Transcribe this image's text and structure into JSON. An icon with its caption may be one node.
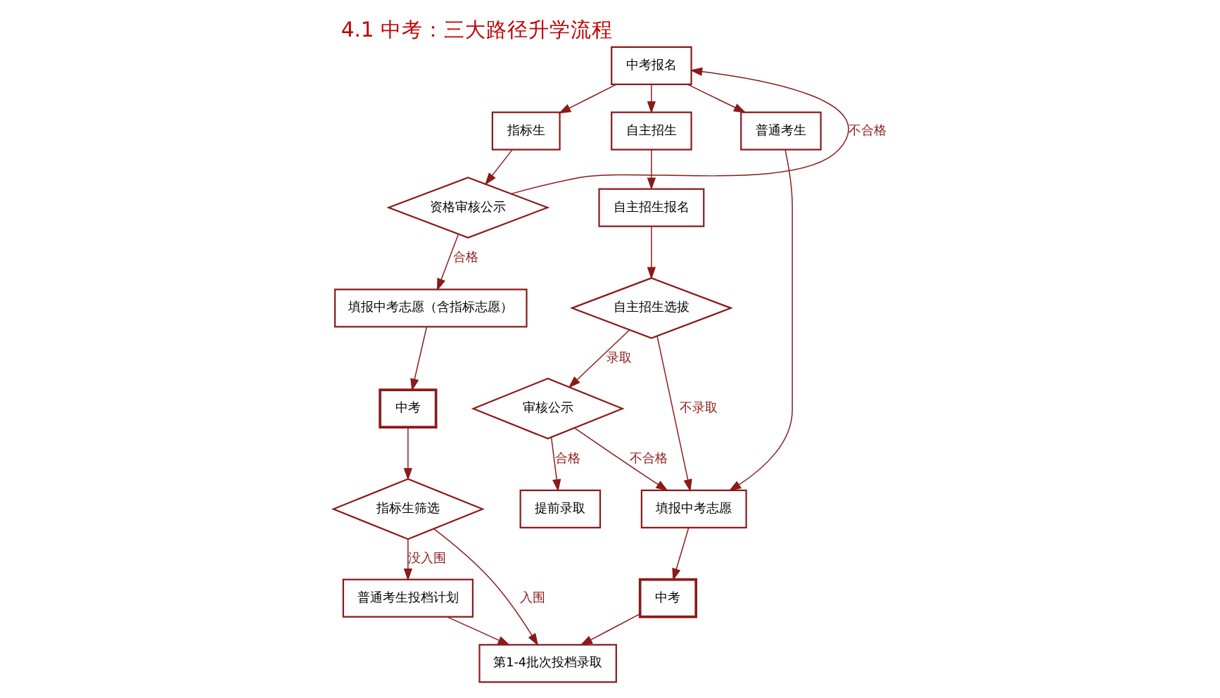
{
  "diagram": {
    "title": "4.1 中考：三大路径升学流程",
    "nodes": [
      {
        "text": [
          "中考报名"
        ]
      },
      {
        "text": [
          "指标生"
        ]
      },
      {
        "text": [
          "自主招生"
        ]
      },
      {
        "text": [
          "普通考生"
        ]
      },
      {
        "text": [
          "资格审核公示"
        ]
      },
      {
        "text": [
          "自主招生报名"
        ]
      },
      {
        "text": [
          "填报中考志愿（含指标志愿）"
        ]
      },
      {
        "text": [
          "自主招生选拔"
        ]
      },
      {
        "text": [
          "中考"
        ]
      },
      {
        "text": [
          "审核公示"
        ]
      },
      {
        "text": [
          "填报中考志愿"
        ]
      },
      {
        "text": [
          "指标生筛选"
        ]
      },
      {
        "text": [
          "中考"
        ]
      },
      {
        "text": [
          "提前录取"
        ]
      },
      {
        "text": [
          "普通考生投档计划"
        ]
      },
      {
        "text": [
          "第1-4批次投档录取"
        ]
      }
    ],
    "edges": [
      {
        "from": 0,
        "to": 1,
        "arrow": "to"
      },
      {
        "from": 0,
        "to": 2,
        "arrow": "to"
      },
      {
        "from": 0,
        "to": 3,
        "arrow": "to"
      },
      {
        "from": 1,
        "to": 4,
        "arrow": "to"
      },
      {
        "from": 4,
        "to": 0,
        "arrow": "to",
        "label": "不合格"
      },
      {
        "from": 4,
        "to": 6,
        "arrow": "to",
        "label": "合格"
      },
      {
        "from": 6,
        "to": 8,
        "arrow": "to"
      },
      {
        "from": 8,
        "to": 11,
        "arrow": "to"
      },
      {
        "from": 11,
        "to": 14,
        "arrow": "to",
        "label": "没入围"
      },
      {
        "from": 11,
        "to": 15,
        "arrow": "to",
        "label": "入围"
      },
      {
        "from": 14,
        "to": 15,
        "arrow": "to"
      },
      {
        "from": 2,
        "to": 5,
        "arrow": "to"
      },
      {
        "from": 5,
        "to": 7,
        "arrow": "to"
      },
      {
        "from": 7,
        "to": 9,
        "arrow": "to",
        "label": "录取"
      },
      {
        "from": 7,
        "to": 10,
        "arrow": "to",
        "label": "不录取"
      },
      {
        "from": 3,
        "to": 10,
        "arrow": "to"
      },
      {
        "from": 9,
        "to": 10,
        "arrow": "to",
        "label": "不合格"
      },
      {
        "from": 9,
        "to": 13,
        "arrow": "to",
        "label": "合格"
      },
      {
        "from": 10,
        "to": 12,
        "arrow": "to"
      },
      {
        "from": 12,
        "to": 15,
        "arrow": "to"
      }
    ]
  }
}
